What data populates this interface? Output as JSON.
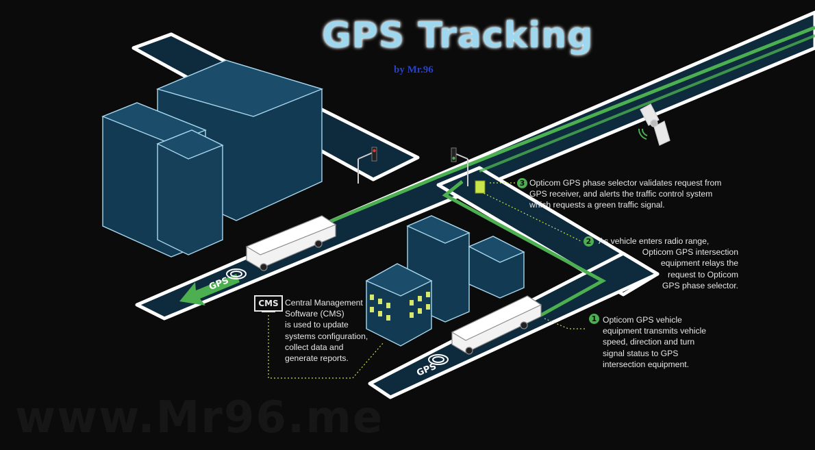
{
  "header": {
    "title": "GPS Tracking",
    "byline": "by Mr.96"
  },
  "watermark": "www.Mr96.me",
  "road_labels": {
    "gps_mark": "GPS"
  },
  "cms": {
    "icon_label": "CMS",
    "lines": [
      "Central Management",
      "Software (CMS)",
      "is used to update",
      "systems configuration,",
      "collect data and",
      "generate reports."
    ]
  },
  "steps": [
    {
      "number": "1",
      "lines": [
        "Opticom GPS vehicle",
        "equipment transmits vehicle",
        "speed, direction and turn",
        "signal status to GPS",
        "intersection equipment."
      ]
    },
    {
      "number": "2",
      "lines": [
        "As vehicle enters radio range,",
        "Opticom GPS intersection",
        "equipment relays the",
        "request to Opticom",
        "GPS phase selector."
      ]
    },
    {
      "number": "3",
      "lines": [
        "Opticom GPS phase selector validates request from",
        "GPS receiver, and alerts the traffic control system",
        "which requests a green traffic signal."
      ]
    }
  ],
  "colors": {
    "road": "#0e2a3d",
    "building": "#123a52",
    "route": "#4caf50",
    "accent_title": "#9fd8ee",
    "byline": "#2840c8"
  }
}
